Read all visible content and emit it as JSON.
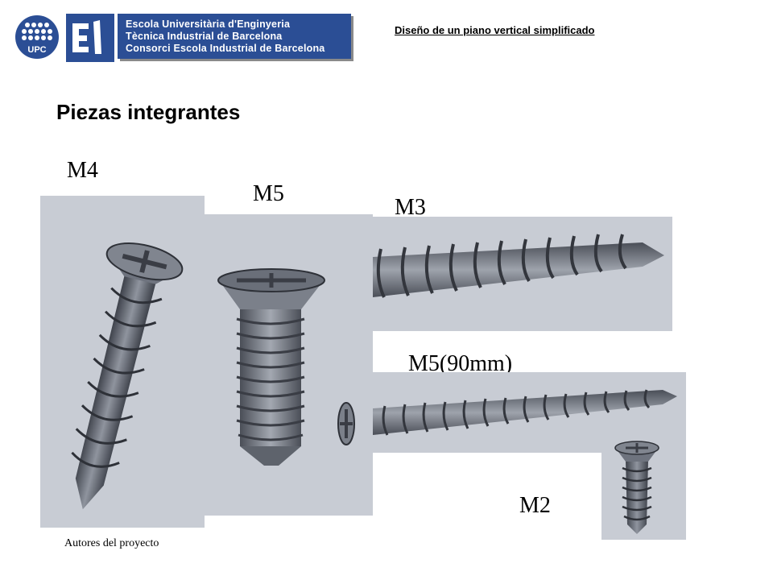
{
  "header": {
    "university_logo_text": "UPC",
    "school_lines": [
      "Escola Universitària d'Enginyeria",
      "Tècnica Industrial de Barcelona",
      "Consorci Escola Industrial de Barcelona"
    ],
    "document_title": "Diseño de un piano vertical simplificado"
  },
  "slide": {
    "title": "Piezas integrantes",
    "footer": "Autores del proyecto"
  },
  "screws": [
    {
      "label": "M4",
      "icon": "countersunk-screw-icon"
    },
    {
      "label": "M5",
      "icon": "countersunk-screw-icon"
    },
    {
      "label": "M3",
      "icon": "long-screw-icon"
    },
    {
      "label": "M5(90mm)",
      "icon": "long-screw-icon"
    },
    {
      "label": "M2",
      "icon": "small-screw-icon"
    }
  ],
  "colors": {
    "brand_blue": "#2b4e95",
    "panel_bg": "#c8ccd4",
    "metal": "#6e737e"
  }
}
